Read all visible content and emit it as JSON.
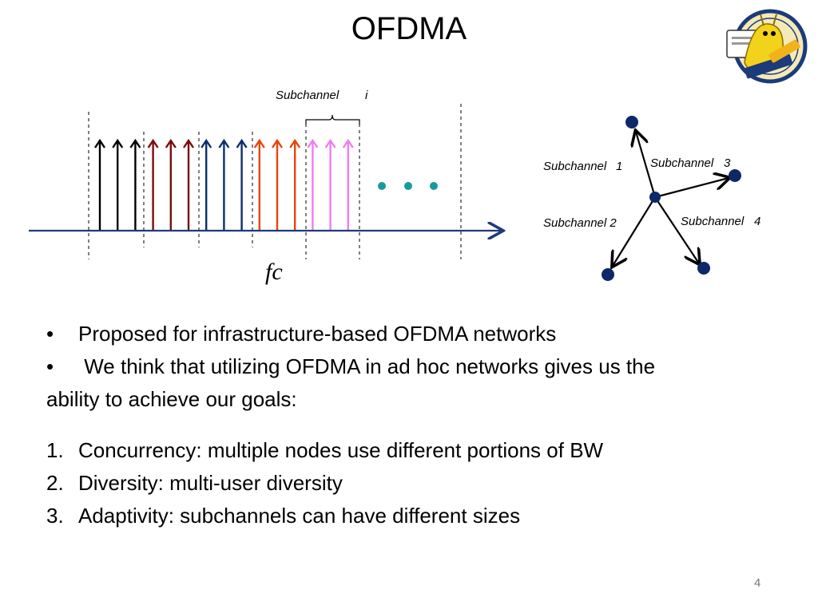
{
  "title": "OFDMA",
  "freq_diagram": {
    "subchannel_i_label": "Subchannel",
    "subchannel_i_index": "i",
    "axis_label": "fc",
    "ellipsis_color": "#169b98",
    "carrier_colors": [
      "#000000",
      "#000000",
      "#000000",
      "#7a0c0c",
      "#7a0c0c",
      "#7a0c0c",
      "#0d2e6e",
      "#0d2e6e",
      "#0d2e6e",
      "#e8440c",
      "#e8440c",
      "#e8440c",
      "#f07df0",
      "#f07df0",
      "#f07df0"
    ]
  },
  "network": {
    "labels": [
      {
        "text": "Subchannel",
        "index": "1"
      },
      {
        "text": "Subchannel 2",
        "index": ""
      },
      {
        "text": "Subchannel",
        "index": "3"
      },
      {
        "text": "Subchannel",
        "index": "4"
      }
    ],
    "node_color": "#0d2869"
  },
  "bullets": [
    "Proposed for infrastructure-based OFDMA networks",
    " We think that utilizing OFDMA in ad hoc networks gives us the"
  ],
  "bullet_continuation": "ability to achieve our goals:",
  "goals": [
    {
      "num": "1.",
      "text": "Concurrency: multiple nodes use different portions of BW"
    },
    {
      "num": "2.",
      "text": "Diversity:  multi-user diversity"
    },
    {
      "num": "3.",
      "text": "Adaptivity: subchannels can have different sizes"
    }
  ],
  "page_number": "4",
  "bullet_symbol": "•"
}
